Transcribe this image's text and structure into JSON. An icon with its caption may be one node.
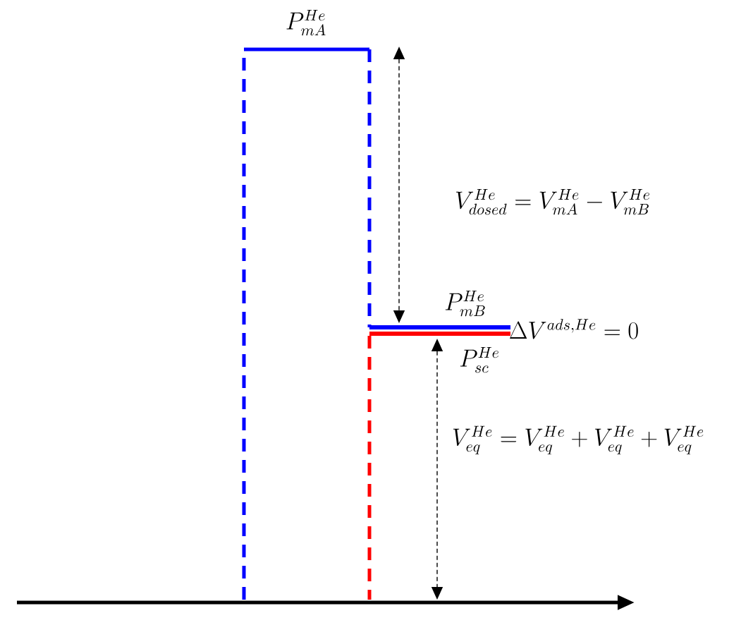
{
  "diagram": {
    "labels": [
      "P_{mA}^{He}",
      "V_{dosed}^{He} = V_{mA}^{He} - V_{mB}^{He}",
      "P_{mB}^{He}",
      "\\Delta V^{ads,He} = 0",
      "P_{sc}^{He}",
      "V_{eq}^{He} = V_{eq}^{He} + V_{eq}^{He} +V_{eq}^{He}"
    ]
  }
}
